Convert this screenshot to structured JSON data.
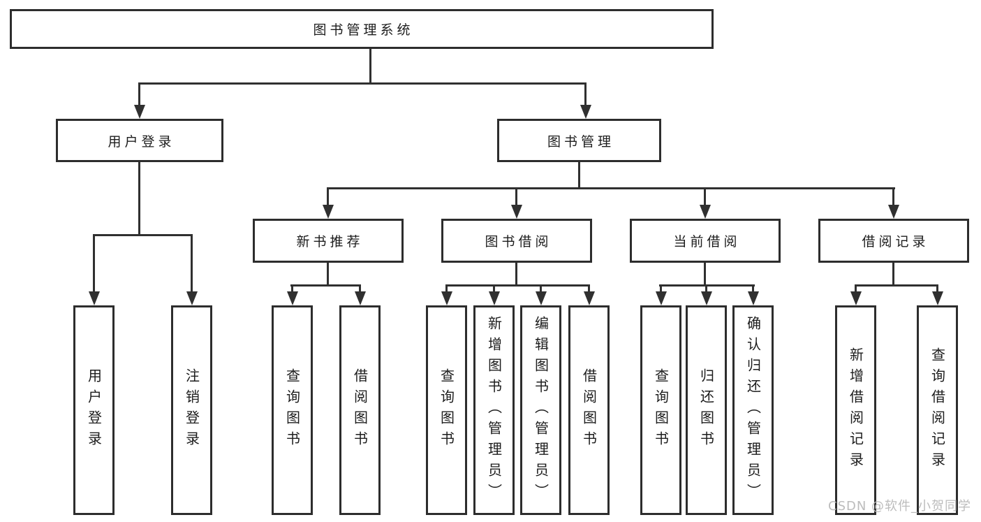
{
  "colors": {
    "background": "#ffffff",
    "box_border": "#2d2d2d",
    "connector_line": "#303030",
    "text": "#1c1c1c",
    "watermark": "#bcbcbc"
  },
  "watermark": {
    "text": "CSDN @软件_小贺同学"
  },
  "tree": {
    "root": {
      "label": "图书管理系统"
    },
    "branches": [
      {
        "label": "用户登录",
        "children": [
          {
            "label": "用户登录"
          },
          {
            "label": "注销登录"
          }
        ]
      },
      {
        "label": "图书管理",
        "children": [
          {
            "label": "新书推荐",
            "children": [
              {
                "label": "查询图书"
              },
              {
                "label": "借阅图书"
              }
            ]
          },
          {
            "label": "图书借阅",
            "children": [
              {
                "label": "查询图书"
              },
              {
                "label": "新增图书（管理员）"
              },
              {
                "label": "编辑图书（管理员）"
              },
              {
                "label": "借阅图书"
              }
            ]
          },
          {
            "label": "当前借阅",
            "children": [
              {
                "label": "查询图书"
              },
              {
                "label": "归还图书"
              },
              {
                "label": "确认归还（管理员）"
              }
            ]
          },
          {
            "label": "借阅记录",
            "children": [
              {
                "label": "新增借阅记录"
              },
              {
                "label": "查询借阅记录"
              }
            ]
          }
        ]
      }
    ]
  }
}
